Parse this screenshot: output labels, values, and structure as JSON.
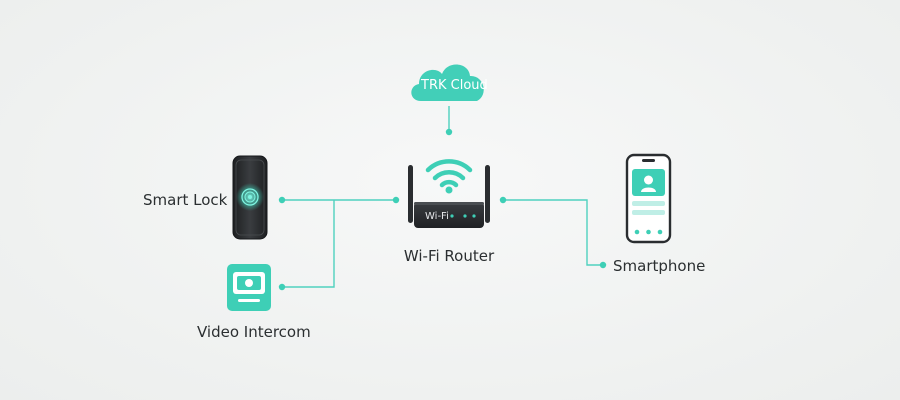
{
  "cloud": {
    "label": "TRK Cloud"
  },
  "router": {
    "label": "Wi-Fi Router",
    "device_text": "Wi-Fi"
  },
  "devices": {
    "smart_lock": {
      "label": "Smart Lock"
    },
    "video_intercom": {
      "label": "Video Intercom"
    },
    "smartphone": {
      "label": "Smartphone"
    }
  },
  "colors": {
    "accent": "#3ecfb6",
    "line": "#4fd1bf",
    "device_dark": "#2a2d30",
    "text": "#2b2f31"
  }
}
